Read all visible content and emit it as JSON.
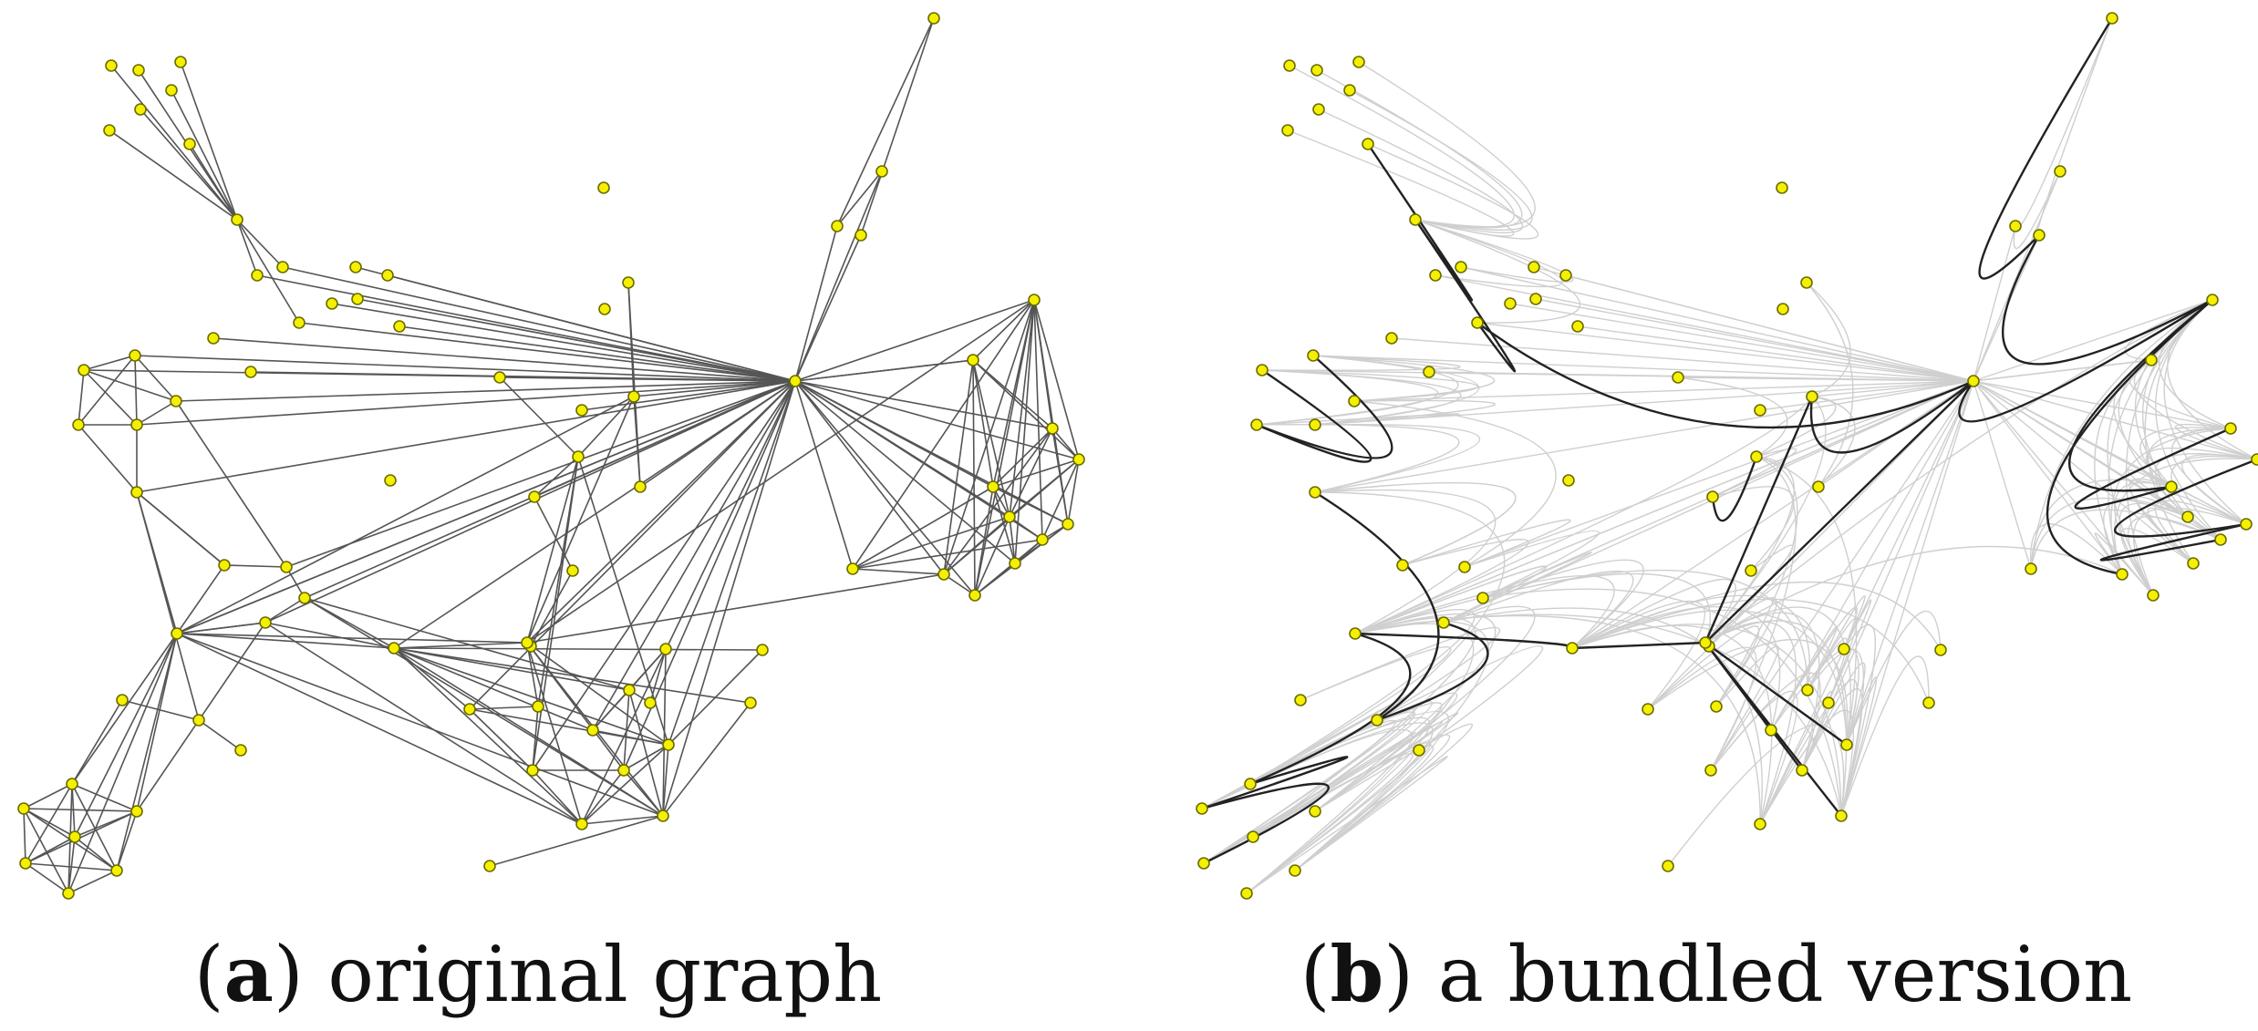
{
  "panel_a": {
    "letter": "a",
    "caption": "original graph"
  },
  "panel_b": {
    "letter": "b",
    "caption": "a bundled version"
  },
  "colors": {
    "node_fill": "#f4f000",
    "node_stroke": "#6b6b00",
    "edge": "#555555",
    "bundled_dark": "#222222",
    "bundled_light": "#cfcfcf"
  }
}
